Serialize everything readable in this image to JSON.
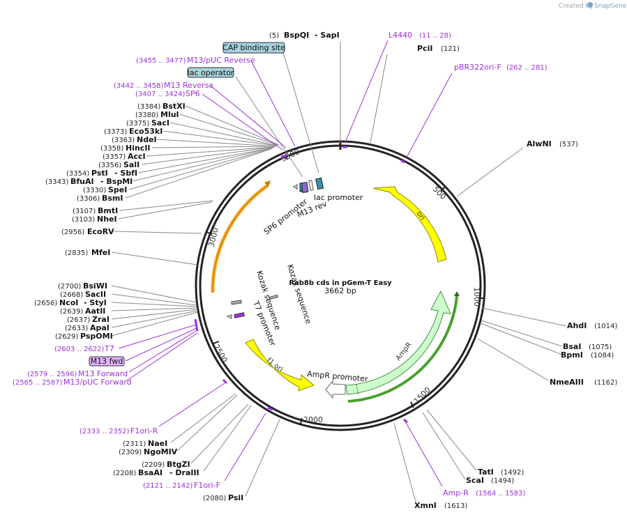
{
  "watermark": {
    "prefix": "Created by",
    "brand": "SnapGene"
  },
  "plasmid": {
    "name": "Rab8b cds in pGem-T Easy",
    "length_label": "3662 bp"
  },
  "ticks": [
    "500",
    "1000",
    "1500",
    "2000",
    "2500",
    "3000",
    "3500"
  ],
  "features": {
    "ori": "ori",
    "ampr": "AmpR",
    "ampr_promoter": "AmpR promoter",
    "f1_ori": "f1 ori",
    "lac_promoter": "lac promoter",
    "m13_rev": "M13 rev",
    "lac_op": "lac operator",
    "cap": "CAP binding site",
    "sp6_promoter": "SP6 promoter",
    "t7_promoter": "T7 promoter",
    "kozak1": "Kozak sequence",
    "kozak2": "Kozak sequence",
    "m13_fwd": "M13 fwd"
  },
  "enzymes": [
    {
      "pos": "(5)",
      "name": "BspQI",
      "alt": "- SapI"
    },
    {
      "name": "PciI",
      "pos": "(121)"
    },
    {
      "name": "AlwNI",
      "pos": "(537)"
    },
    {
      "name": "AhdI",
      "pos": "(1014)"
    },
    {
      "name": "BsaI",
      "pos": "(1075)"
    },
    {
      "name": "BpmI",
      "pos": "(1084)"
    },
    {
      "name": "NmeAIII",
      "pos": "(1162)"
    },
    {
      "name": "TatI",
      "pos": "(1492)"
    },
    {
      "name": "ScaI",
      "pos": "(1494)"
    },
    {
      "name": "XmnI",
      "pos": "(1613)"
    },
    {
      "pos": "(2080)",
      "name": "PsiI"
    },
    {
      "pos": "(2209)",
      "name": "BtgZI"
    },
    {
      "pos": "(2208)",
      "name": "BsaAI",
      "alt": "- DraIII"
    },
    {
      "pos": "(2311)",
      "name": "NaeI"
    },
    {
      "pos": "(2309)",
      "name": "NgoMIV"
    },
    {
      "pos": "(2629)",
      "name": "PspOMI"
    },
    {
      "pos": "(2633)",
      "name": "ApaI"
    },
    {
      "pos": "(2637)",
      "name": "ZraI"
    },
    {
      "pos": "(2639)",
      "name": "AatII"
    },
    {
      "pos": "(2656)",
      "name": "NcoI",
      "alt": "- StyI"
    },
    {
      "pos": "(2668)",
      "name": "SacII"
    },
    {
      "pos": "(2700)",
      "name": "BsiWI"
    },
    {
      "pos": "(2835)",
      "name": "MfeI"
    },
    {
      "pos": "(2956)",
      "name": "EcoRV"
    },
    {
      "pos": "(3103)",
      "name": "NheI"
    },
    {
      "pos": "(3107)",
      "name": "BmtI"
    },
    {
      "pos": "(3306)",
      "name": "BsmI"
    },
    {
      "pos": "(3330)",
      "name": "SpeI"
    },
    {
      "pos": "(3343)",
      "name": "BfuAI",
      "alt": "- BspMI"
    },
    {
      "pos": "(3354)",
      "name": "PstI",
      "alt": "- SbfI"
    },
    {
      "pos": "(3356)",
      "name": "SalI"
    },
    {
      "pos": "(3357)",
      "name": "AccI"
    },
    {
      "pos": "(3358)",
      "name": "HincII"
    },
    {
      "pos": "(3363)",
      "name": "NdeI"
    },
    {
      "pos": "(3373)",
      "name": "Eco53kI"
    },
    {
      "pos": "(3375)",
      "name": "SacI"
    },
    {
      "pos": "(3380)",
      "name": "MluI"
    },
    {
      "pos": "(3384)",
      "name": "BstXI"
    }
  ],
  "primers": [
    {
      "name": "L4440",
      "pos": "(11 .. 28)"
    },
    {
      "name": "pBR322ori-F",
      "pos": "(262 .. 281)"
    },
    {
      "name": "Amp-R",
      "pos": "(1564 .. 1583)"
    },
    {
      "pos": "(2121 .. 2142)",
      "name": "F1ori-F"
    },
    {
      "pos": "(2333 .. 2352)",
      "name": "F1ori-R"
    },
    {
      "pos": "(2565 .. 2587)",
      "name": "M13/pUC Forward"
    },
    {
      "pos": "(2579 .. 2596)",
      "name": "M13 Forward"
    },
    {
      "pos": "(2603 .. 2622)",
      "name": "T7"
    },
    {
      "pos": "(3407 .. 3424)",
      "name": "SP6"
    },
    {
      "pos": "(3442 .. 3458)",
      "name": "M13 Reverse"
    },
    {
      "pos": "(3455 .. 3477)",
      "name": "M13/pUC Reverse"
    }
  ],
  "colors": {
    "backbone": "#222222",
    "primer": "#9b30d9",
    "ori": "#ffff00",
    "ampr": "#ccffcc",
    "orange": "#f5a623",
    "lac_op_box": "#a6d1dc",
    "kozak": "#aaaaaa"
  }
}
